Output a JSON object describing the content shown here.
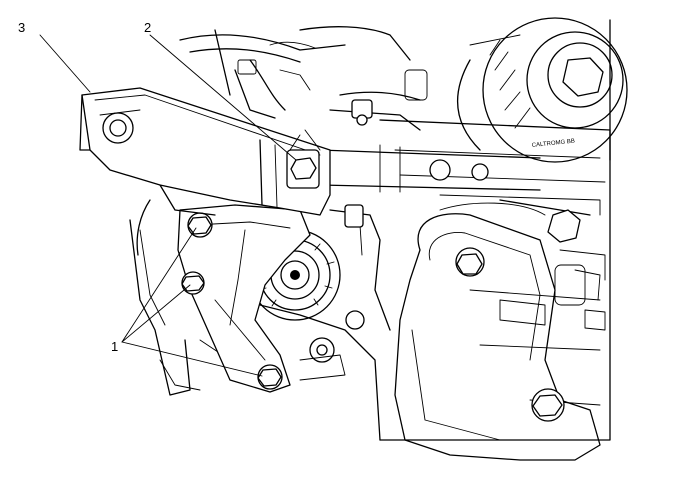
{
  "callouts": {
    "one": "1",
    "two": "2",
    "three": "3"
  },
  "parts": {
    "alternator_label": "CALTROMG  BB"
  }
}
